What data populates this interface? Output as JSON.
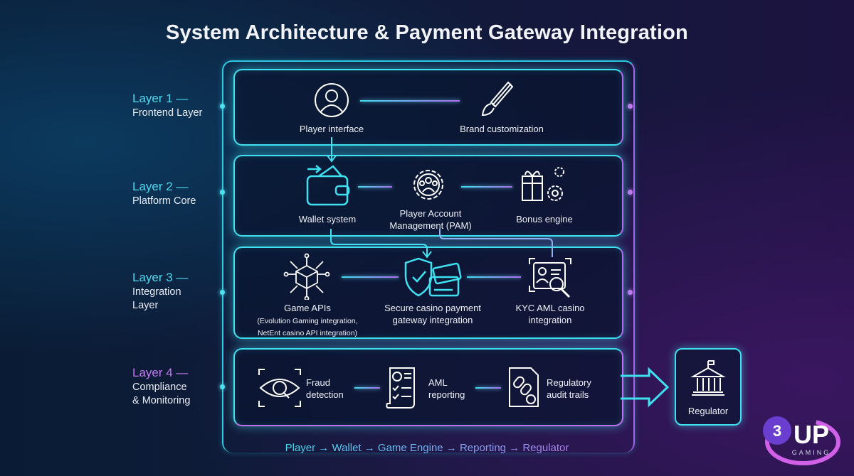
{
  "title": "System Architecture & Payment Gateway Integration",
  "layers": [
    {
      "num": "Layer 1 —",
      "name": "Frontend Layer",
      "nodes": [
        {
          "label": "Player interface",
          "icon": "user-icon"
        },
        {
          "label": "Brand customization",
          "icon": "paintbrush-icon"
        }
      ]
    },
    {
      "num": "Layer 2 —",
      "name": "Platform Core",
      "nodes": [
        {
          "label": "Wallet system",
          "icon": "wallet-icon"
        },
        {
          "label": "Player Account Management (PAM)",
          "line1": "Player Account",
          "line2": "Management (PAM)",
          "icon": "gear-users-icon"
        },
        {
          "label": "Bonus engine",
          "icon": "gift-gear-icon"
        }
      ]
    },
    {
      "num": "Layer 3 —",
      "name_line1": "Integration",
      "name_line2": "Layer",
      "nodes": [
        {
          "label": "Game APIs",
          "sub1": "(Evolution Gaming integration,",
          "sub2": "NetEnt casino API integration)",
          "icon": "api-cube-icon"
        },
        {
          "line1": "Secure casino payment",
          "line2": "gateway integration",
          "icon": "shield-card-icon"
        },
        {
          "line1": "KYC AML casino",
          "line2": "integration",
          "icon": "id-fingerprint-icon"
        }
      ]
    },
    {
      "num": "Layer 4 —",
      "name_line1": "Compliance",
      "name_line2": "& Monitoring",
      "nodes": [
        {
          "line1": "Fraud",
          "line2": "detection",
          "icon": "eye-scan-icon"
        },
        {
          "line1": "AML",
          "line2": "reporting",
          "icon": "report-icon"
        },
        {
          "line1": "Regulatory",
          "line2": "audit trails",
          "icon": "chain-certificate-icon"
        }
      ]
    }
  ],
  "regulator": {
    "label": "Regulator",
    "icon": "bank-icon"
  },
  "flow": "Player → Wallet → Game Engine → Reporting → Regulator",
  "logo": {
    "text": "3 UP",
    "sub": "GAMING"
  },
  "colors": {
    "cyan": "#3fe0f0",
    "purple": "#b06cf0",
    "bg": "#111a3a"
  }
}
